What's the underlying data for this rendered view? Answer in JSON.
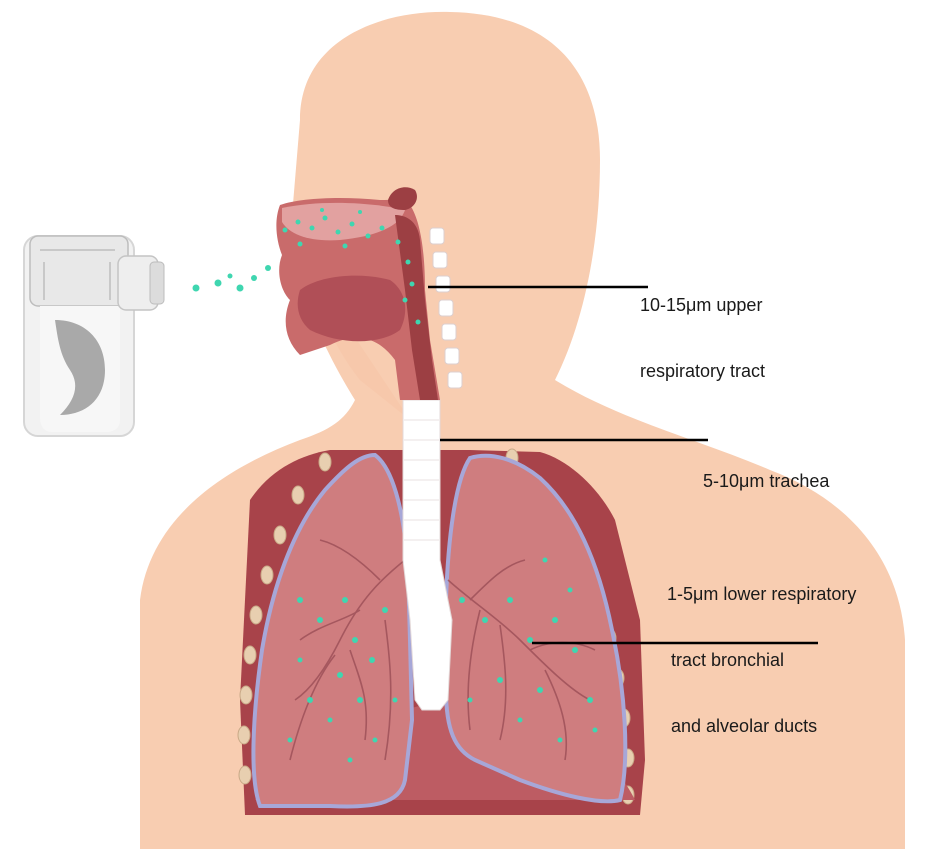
{
  "colors": {
    "skin": "#f8cdb1",
    "skin_shadow": "#f2bd9c",
    "tissue": "#c96b6b",
    "tissue_dark": "#9c3f43",
    "lung": "#cf7d7f",
    "lung_dark": "#b35f64",
    "pleura": "#a7a7d8",
    "trachea": "#ffffff",
    "rib": "#e8cfb0",
    "particle": "#3fd6b0",
    "device_body": "#f2f2f2",
    "device_grip": "#a9a9a9",
    "leader_line": "#000000"
  },
  "icons": [
    "nebulizer-device-icon",
    "mist-particle-icon"
  ],
  "labels": {
    "upper": {
      "line1": "10-15μm upper",
      "line2": "respiratory tract"
    },
    "trachea": {
      "line1": "5-10μm trachea"
    },
    "lower": {
      "line1": "1-5μm lower respiratory",
      "line2": "tract bronchial",
      "line3": "and alveolar ducts"
    }
  }
}
